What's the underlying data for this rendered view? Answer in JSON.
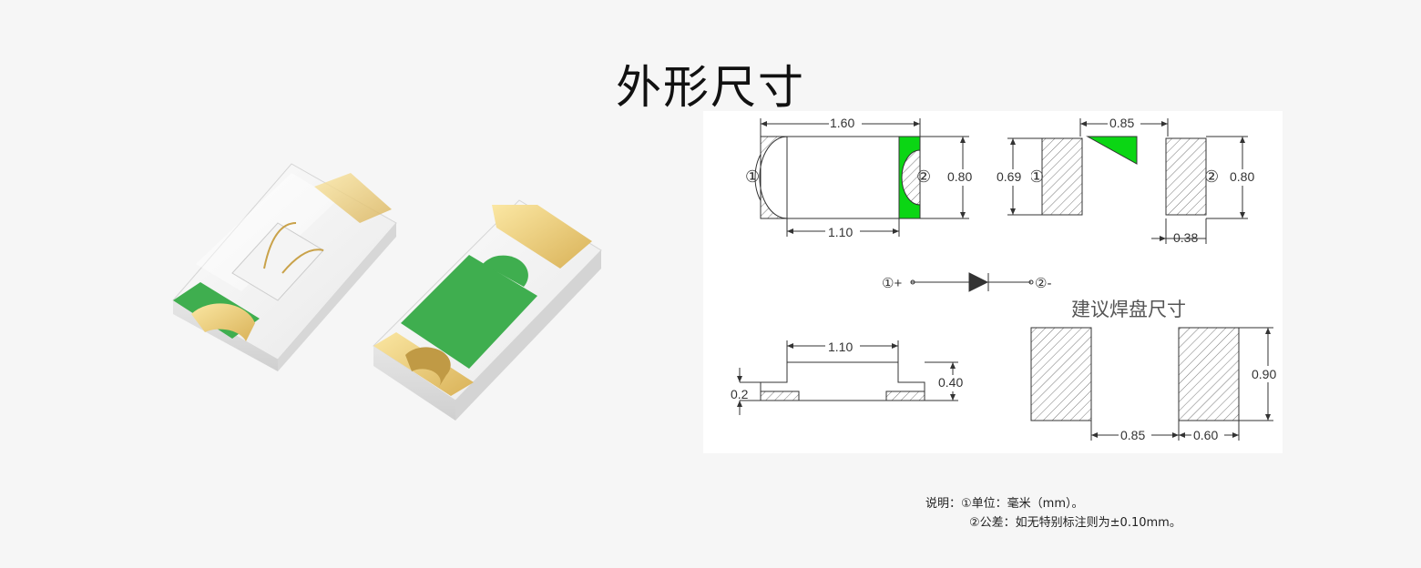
{
  "title": "外形尺寸",
  "colors": {
    "led_green": "#0bd614",
    "pad_gold": "#f0d27a",
    "photo_green": "#3fae4f",
    "hatch": "#777777"
  },
  "top_view": {
    "pin1": "①",
    "pin2": "②",
    "dim_length": "1.60",
    "dim_inner": "1.10",
    "dim_height": "0.80"
  },
  "bottom_view": {
    "pin1": "①",
    "pin2": "②",
    "dim_center": "0.85",
    "dim_height_left": "0.69",
    "dim_height_right": "0.80",
    "dim_pad": "0.38"
  },
  "polarity": {
    "anode": "①+",
    "cathode": "②-"
  },
  "side_view": {
    "dim_top": "1.10",
    "dim_thick": "0.2",
    "dim_total": "0.40"
  },
  "footprint": {
    "title": "建议焊盘尺寸",
    "dim_height": "0.90",
    "dim_gap": "0.85",
    "dim_pad": "0.60"
  },
  "notes": {
    "line1": "说明：①单位：毫米（mm）。",
    "line2": "②公差：如无特别标注则为±0.10mm。"
  }
}
